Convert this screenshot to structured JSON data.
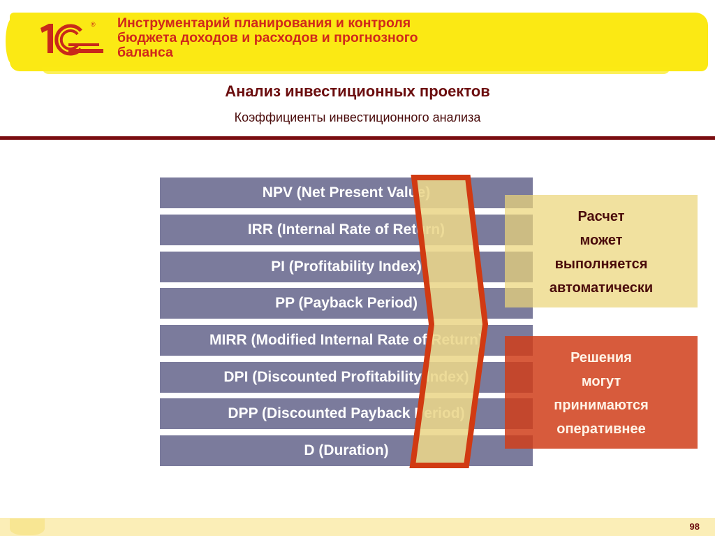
{
  "header": {
    "title_lines": [
      "Инструментарий планирования и контроля",
      "бюджета доходов и расходов и прогнозного",
      "баланса"
    ],
    "logo": "1C",
    "registered_mark": "®"
  },
  "section": {
    "title": "Анализ инвестиционных проектов",
    "subtitle": "Коэффициенты инвестиционного анализа"
  },
  "metrics": [
    {
      "label": "NPV (Net Present Value)"
    },
    {
      "label": "IRR (Internal Rate of Return)"
    },
    {
      "label": "PI (Profitability Index)"
    },
    {
      "label": "PP (Payback Period)"
    },
    {
      "label": "MIRR (Modified Internal Rate of Return)"
    },
    {
      "label": "DPI (Discounted Profitability Index)"
    },
    {
      "label": "DPP (Discounted Payback Period)"
    },
    {
      "label": "D (Duration)"
    }
  ],
  "callouts": {
    "calc": {
      "lines": [
        "Расчет",
        "может",
        "выполняется",
        "автоматически"
      ],
      "color": "#ecd67a"
    },
    "decide": {
      "lines": [
        "Решения",
        "могут",
        "принимаются",
        "оперативнее"
      ],
      "color": "#d03e1a"
    }
  },
  "colors": {
    "brand_red": "#d0281b",
    "header_yellow": "#fbe914",
    "bar_fill": "#7b7b9c",
    "rule": "#7a0d10",
    "chevron_stroke": "#d13a12",
    "chevron_fill": "#ead68a"
  },
  "footer": {
    "page_number": "98"
  }
}
